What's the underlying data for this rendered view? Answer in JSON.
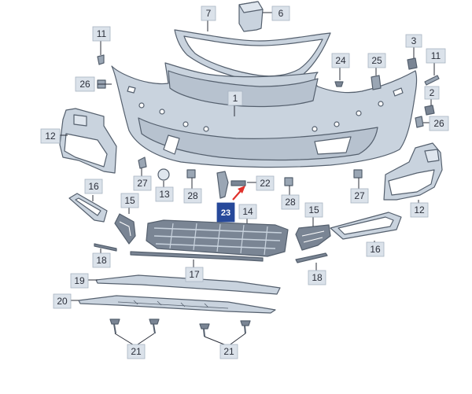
{
  "diagram": {
    "colors": {
      "part_fill": "#c9d3de",
      "part_stroke": "#55606e",
      "dark_part": "#7a8594",
      "label_box": "#dbe2ea",
      "label_box_stroke": "#a8b4c2",
      "highlight_box": "#27499a",
      "arrow": "#e0312b",
      "leader": "#2b2f3a"
    },
    "labels": [
      {
        "id": "part-7",
        "text": "7"
      },
      {
        "id": "part-6",
        "text": "6"
      },
      {
        "id": "part-11-left",
        "text": "11"
      },
      {
        "id": "part-3",
        "text": "3"
      },
      {
        "id": "part-11-right",
        "text": "11"
      },
      {
        "id": "part-24",
        "text": "24"
      },
      {
        "id": "part-25",
        "text": "25"
      },
      {
        "id": "part-26-left",
        "text": "26"
      },
      {
        "id": "part-1",
        "text": "1"
      },
      {
        "id": "part-2",
        "text": "2"
      },
      {
        "id": "part-26-right",
        "text": "26"
      },
      {
        "id": "part-12-left",
        "text": "12"
      },
      {
        "id": "part-27-left",
        "text": "27"
      },
      {
        "id": "part-13",
        "text": "13"
      },
      {
        "id": "part-28-left",
        "text": "28"
      },
      {
        "id": "part-22",
        "text": "22"
      },
      {
        "id": "part-28-right",
        "text": "28"
      },
      {
        "id": "part-27-right",
        "text": "27"
      },
      {
        "id": "part-16-left",
        "text": "16"
      },
      {
        "id": "part-15-left",
        "text": "15"
      },
      {
        "id": "part-23",
        "text": "23"
      },
      {
        "id": "part-14",
        "text": "14"
      },
      {
        "id": "part-15-right",
        "text": "15"
      },
      {
        "id": "part-12-right",
        "text": "12"
      },
      {
        "id": "part-18-left",
        "text": "18"
      },
      {
        "id": "part-17",
        "text": "17"
      },
      {
        "id": "part-16-right",
        "text": "16"
      },
      {
        "id": "part-18-right",
        "text": "18"
      },
      {
        "id": "part-19",
        "text": "19"
      },
      {
        "id": "part-20",
        "text": "20"
      },
      {
        "id": "part-21-left",
        "text": "21"
      },
      {
        "id": "part-21-right",
        "text": "21"
      }
    ]
  }
}
